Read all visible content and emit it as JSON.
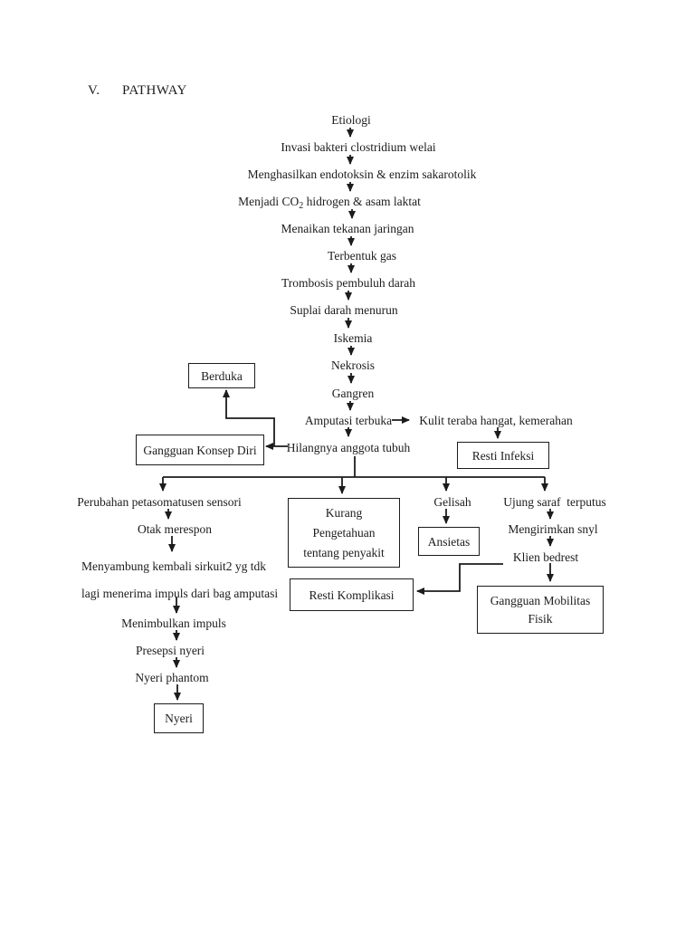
{
  "title": {
    "numeral": "V.",
    "text": "PATHWAY"
  },
  "diagram_ink_color": "#1c1c1c",
  "chain": {
    "etiologi": "Etiologi",
    "invasi": "Invasi bakteri clostridium welai",
    "menghasilkan": "Menghasilkan endotoksin & enzim sakarotolik",
    "menjadi_prefix": "Menjadi CO",
    "menjadi_sub": "2",
    "menjadi_suffix": " hidrogen & asam laktat",
    "menaikan": "Menaikan tekanan jaringan",
    "terbentuk": "Terbentuk gas",
    "trombosis": "Trombosis pembuluh darah",
    "suplai": "Suplai darah menurun",
    "iskemia": "Iskemia",
    "nekrosis": "Nekrosis",
    "gangren": "Gangren",
    "amputasi": "Amputasi terbuka",
    "kulit": "Kulit teraba hangat, kemerahan",
    "hilangnya": "Hilangnya anggota tubuh"
  },
  "branches": {
    "perubahan": "Perubahan petasomatusen sensori",
    "otak": "Otak merespon",
    "menyambung_line1": "Menyambung kembali sirkuit2 yg tdk",
    "menyambung_line2": "lagi menerima impuls dari bag amputasi",
    "menimbulkan": "Menimbulkan impuls",
    "presepsi": "Presepsi nyeri",
    "nyeri_phantom": "Nyeri phantom",
    "gelisah": "Gelisah",
    "ujung_saraf": "Ujung saraf  terputus",
    "mengirimkan": "Mengirimkan snyl",
    "klien_bedrest": "Klien bedrest"
  },
  "boxes": {
    "berduka": "Berduka",
    "gangguan_konsep_diri": "Gangguan Konsep Diri",
    "resti_infeksi": "Resti Infeksi",
    "kurang_pengetahuan": {
      "line1": "Kurang",
      "line2": "Pengetahuan",
      "line3": "tentang penyakit"
    },
    "ansietas": "Ansietas",
    "resti_komplikasi": "Resti Komplikasi",
    "gangguan_mobilitas": {
      "line1": "Gangguan Mobilitas",
      "line2": "Fisik"
    },
    "nyeri": "Nyeri"
  }
}
